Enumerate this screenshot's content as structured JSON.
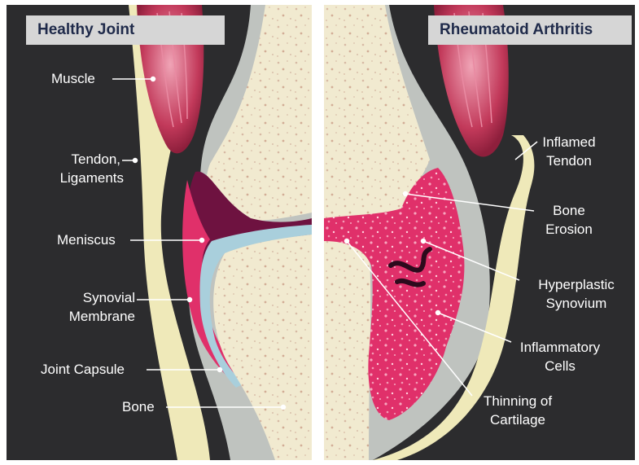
{
  "panels": {
    "healthy": {
      "title": "Healthy Joint",
      "labels": {
        "muscle": "Muscle",
        "tendon_1": "Tendon,",
        "tendon_2": "Ligaments",
        "meniscus": "Meniscus",
        "synovial_1": "Synovial",
        "synovial_2": "Membrane",
        "joint_capsule": "Joint Capsule",
        "bone": "Bone"
      }
    },
    "ra": {
      "title": "Rheumatoid Arthritis",
      "labels": {
        "inflamed_1": "Inflamed",
        "inflamed_2": "Tendon",
        "erosion_1": "Bone",
        "erosion_2": "Erosion",
        "hyper_1": "Hyperplastic",
        "hyper_2": "Synovium",
        "cells_1": "Inflammatory",
        "cells_2": "Cells",
        "thin_1": "Thinning of",
        "thin_2": "Cartilage"
      }
    }
  },
  "colors": {
    "background": "#2c2c2e",
    "bone": "#f1ead0",
    "muscle": "#c2395a",
    "tendon": "#efe9b9",
    "capsule": "#bfc3bf",
    "synovium": "#e0306a",
    "cartilage": "#a9cfdc",
    "title_text": "#1f2a4a",
    "label_text": "#ffffff"
  }
}
